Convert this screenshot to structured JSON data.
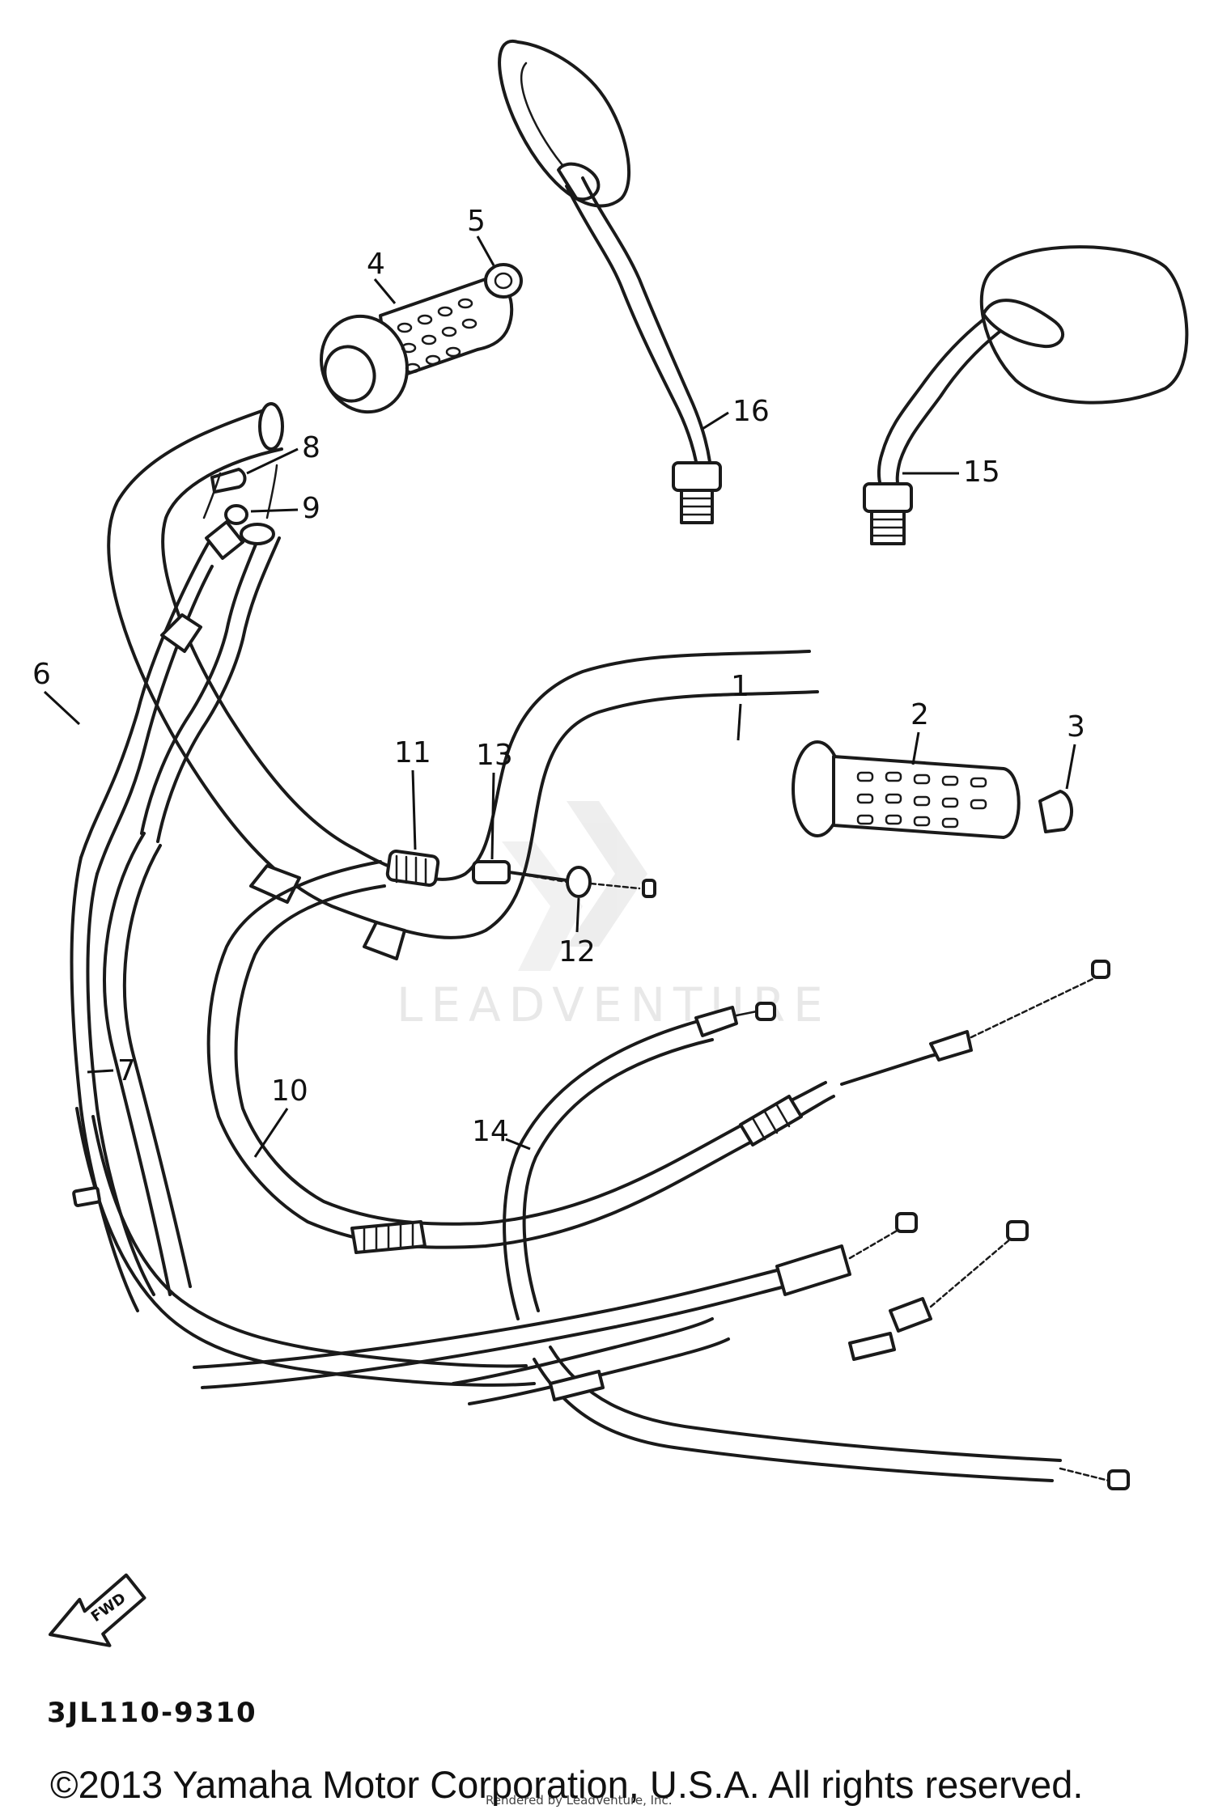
{
  "diagram": {
    "callouts": [
      {
        "id": "1",
        "label": "1"
      },
      {
        "id": "2",
        "label": "2"
      },
      {
        "id": "3",
        "label": "3"
      },
      {
        "id": "4",
        "label": "4"
      },
      {
        "id": "5",
        "label": "5"
      },
      {
        "id": "6",
        "label": "6"
      },
      {
        "id": "7",
        "label": "7"
      },
      {
        "id": "8",
        "label": "8"
      },
      {
        "id": "9",
        "label": "9"
      },
      {
        "id": "10",
        "label": "10"
      },
      {
        "id": "11",
        "label": "11"
      },
      {
        "id": "12",
        "label": "12"
      },
      {
        "id": "13",
        "label": "13"
      },
      {
        "id": "14",
        "label": "14"
      },
      {
        "id": "15",
        "label": "15"
      },
      {
        "id": "16",
        "label": "16"
      }
    ],
    "watermark": "LEADVENTURE",
    "direction_arrow": "FWD",
    "diagram_code": "3JL110-9310",
    "credit_line": "Rendered by LeadVenture, Inc.",
    "copyright": "©2013 Yamaha Motor Corporation, U.S.A. All rights reserved."
  }
}
